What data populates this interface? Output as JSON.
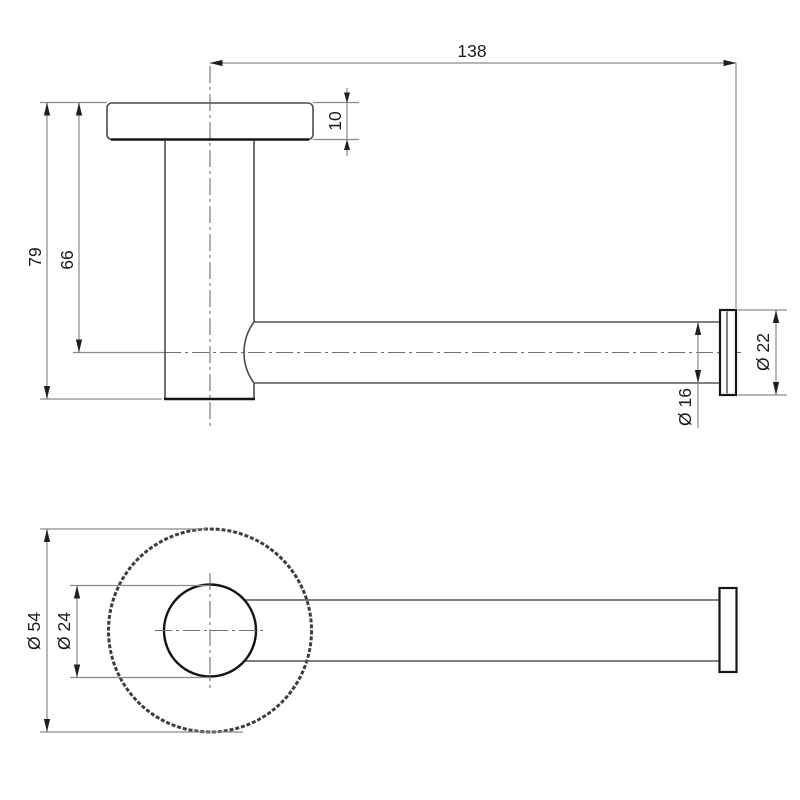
{
  "drawing": {
    "type": "technical-dimension-drawing",
    "colors": {
      "background": "#ffffff",
      "outline": "#4c4c4c",
      "bold_outline": "#151515",
      "dimension_line": "#8a8a8a",
      "text": "#1b1b1b"
    },
    "side_view": {
      "dimensions": {
        "overall_length": "138",
        "plate_thickness": "10",
        "overall_height": "79",
        "drop_to_rail_center": "66",
        "rail_diameter": "Ø 16",
        "end_cap_diameter": "Ø 22"
      }
    },
    "front_view": {
      "dimensions": {
        "flange_diameter": "Ø 54",
        "post_diameter": "Ø 24"
      }
    }
  }
}
